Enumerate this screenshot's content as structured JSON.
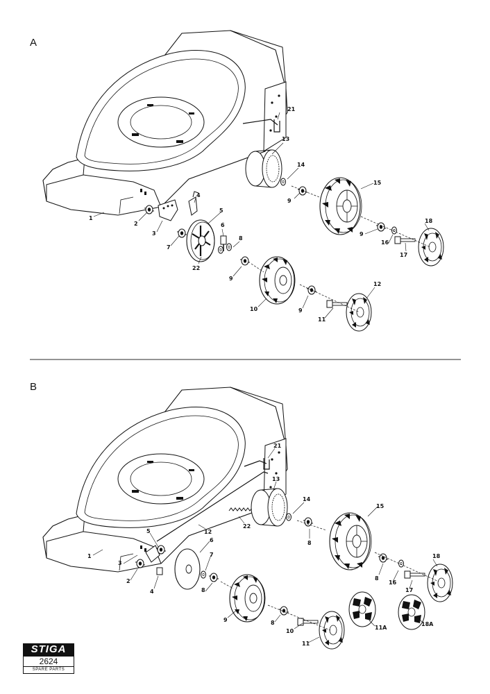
{
  "sections": [
    {
      "letter": "A",
      "parts": [
        "21",
        "13",
        "14",
        "15",
        "9",
        "9",
        "16",
        "17",
        "18",
        "4",
        "1",
        "2",
        "3",
        "5",
        "6",
        "8",
        "7",
        "22",
        "9",
        "12",
        "10",
        "9",
        "11"
      ]
    },
    {
      "letter": "B",
      "parts": [
        "21",
        "13",
        "14",
        "15",
        "12",
        "22",
        "1",
        "3",
        "5",
        "6",
        "2",
        "4",
        "7",
        "8",
        "8",
        "8",
        "16",
        "17",
        "18",
        "9",
        "8",
        "10",
        "11",
        "11A",
        "18A"
      ]
    }
  ],
  "logo": {
    "brand": "STIGA",
    "model": "2624",
    "caption": "SPARE PARTS"
  }
}
